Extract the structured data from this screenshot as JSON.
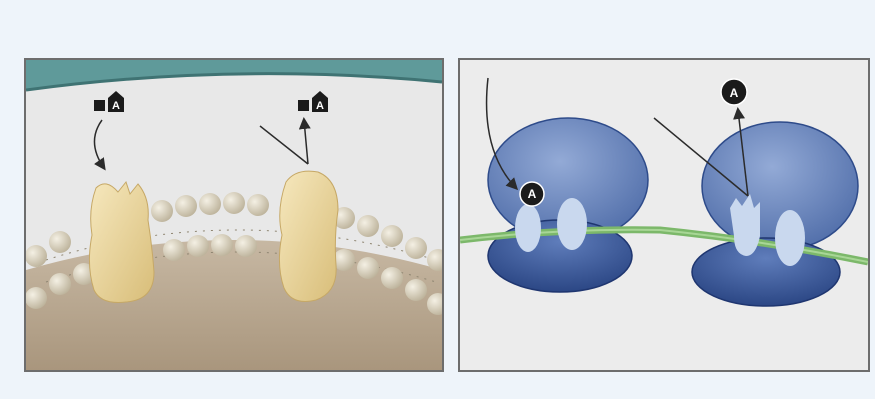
{
  "left_panel": {
    "label_a_1": "A",
    "label_a_2": "A"
  },
  "right_panel": {
    "label_a_1": "A",
    "label_a_2": "A"
  },
  "colors": {
    "background": "#eef4fa",
    "cell_wall": "#5f9a9a",
    "cytoplasm": "#b6a58f",
    "lipid_head": "#ddd6c0",
    "transporter": "#e9d49c",
    "ribosome": "#5e7fb8",
    "ribosome_dark": "#2e4b8a",
    "mrna": "#7cb86a",
    "arrow": "#2b2b2b"
  },
  "icons": [
    "square-marker-icon",
    "a-label-icon",
    "a-circle-icon",
    "arrow-icon"
  ]
}
